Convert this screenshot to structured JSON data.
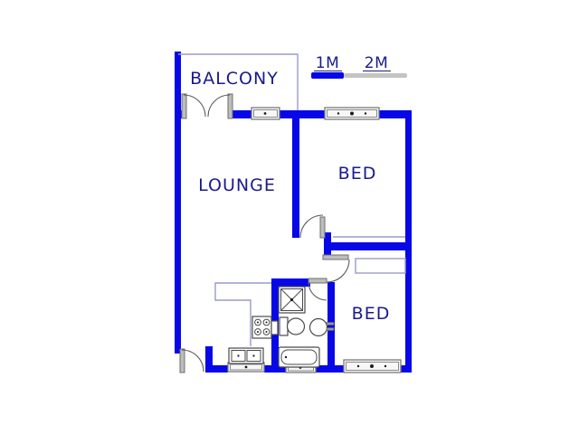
{
  "labels": {
    "balcony": "BALCONY",
    "lounge": "LOUNGE",
    "bed_top": "BED",
    "bed_bottom": "BED"
  },
  "scale_bar": {
    "label_1m": "1M",
    "label_2m": "2M"
  },
  "colors": {
    "wall": "#0707e8",
    "outline": "#9a9ace",
    "label": "#1a1a8f",
    "scale_blue": "#0707e8",
    "scale_gray": "#c4c4c4",
    "background": "#ffffff",
    "door_gray": "#bdbdbd",
    "fixture_gray": "#4a4a4a"
  },
  "fixtures": {
    "shower": "shower-tray-icon",
    "toilet": "toilet-icon",
    "basin": "basin-icon",
    "bathtub": "bathtub-icon",
    "kitchen_sink": "double-sink-icon",
    "stove": "stove-icon",
    "cupboard": "built-in-cupboard-icon"
  }
}
